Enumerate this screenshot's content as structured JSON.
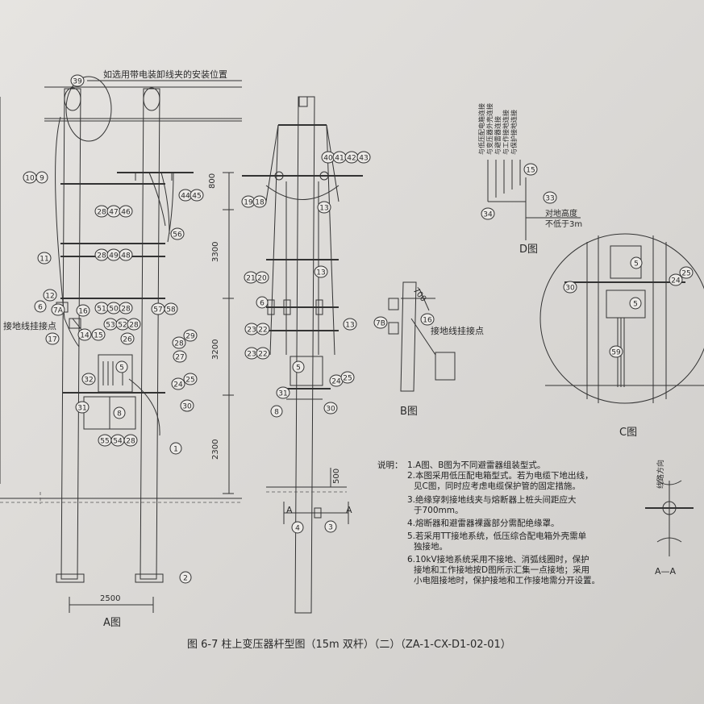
{
  "header_note": "如选用带电装卸线夹的安装位置",
  "ground_label_left": "接地线挂接点",
  "ground_label_b": "接地线挂接点",
  "dims": {
    "d800": "800",
    "d3300": "3300",
    "d3200": "3200",
    "d2300": "2300",
    "d2500": "2500",
    "d500": "500",
    "d700": "700"
  },
  "section_labels": {
    "a": "A图",
    "b": "B图",
    "c": "C图",
    "d": "D图",
    "aa": "A—A"
  },
  "section_marks": {
    "a_left": "A",
    "a_right": "A"
  },
  "d_labels": {
    "height1": "对地高度",
    "height2": "不低于3m"
  },
  "d_vertical": [
    "与低压配电箱连接",
    "与变压器外壳连接",
    "与避雷器连接",
    "与工作接地连接",
    "与保护接地连接"
  ],
  "line_direction": "线路方向",
  "notes_title": "说明：",
  "notes": [
    "1.A图、B图为不同避雷器组装型式。",
    "2.本图采用低压配电箱型式。若为电缆下地出线，",
    "见C图，同时应考虑电缆保护管的固定措施。",
    "3.绝缘穿刺接地线夹与熔断器上桩头间距应大",
    "于700mm。",
    "4.熔断器和避雷器裸露部分需配绝缘罩。",
    "5.若采用TT接地系统，低压综合配电箱外壳需单",
    "独接地。",
    "6.10kV接地系统采用不接地、消弧线圈时，保护",
    "接地和工作接地按D图所示汇集一点接地；采用",
    "小电阻接地时，保护接地和工作接地需分开设置。"
  ],
  "caption": "图 6-7   柱上变压器杆型图（15m 双杆）（二）（ZA-1-CX-D1-02-01）",
  "callouts_a": [
    "39",
    "10",
    "9",
    "11",
    "12",
    "6",
    "7A",
    "16",
    "17",
    "14",
    "15",
    "53",
    "52",
    "28",
    "26",
    "5",
    "32",
    "31",
    "8",
    "55",
    "54",
    "28",
    "1",
    "2",
    "28",
    "47",
    "46",
    "28",
    "49",
    "48",
    "51",
    "50",
    "28",
    "57",
    "58",
    "56",
    "44",
    "45",
    "28",
    "29",
    "27",
    "24",
    "25",
    "30"
  ],
  "callouts_mid": [
    "40",
    "41",
    "42",
    "43",
    "19",
    "18",
    "13",
    "21",
    "20",
    "13",
    "6",
    "23",
    "22",
    "13",
    "23",
    "22",
    "5",
    "24",
    "25",
    "31",
    "30",
    "8",
    "4",
    "3"
  ],
  "callouts_b": [
    "7B",
    "16"
  ],
  "callouts_c": [
    "30",
    "5",
    "5",
    "24",
    "25",
    "59"
  ],
  "callouts_d": [
    "15",
    "33",
    "34"
  ]
}
